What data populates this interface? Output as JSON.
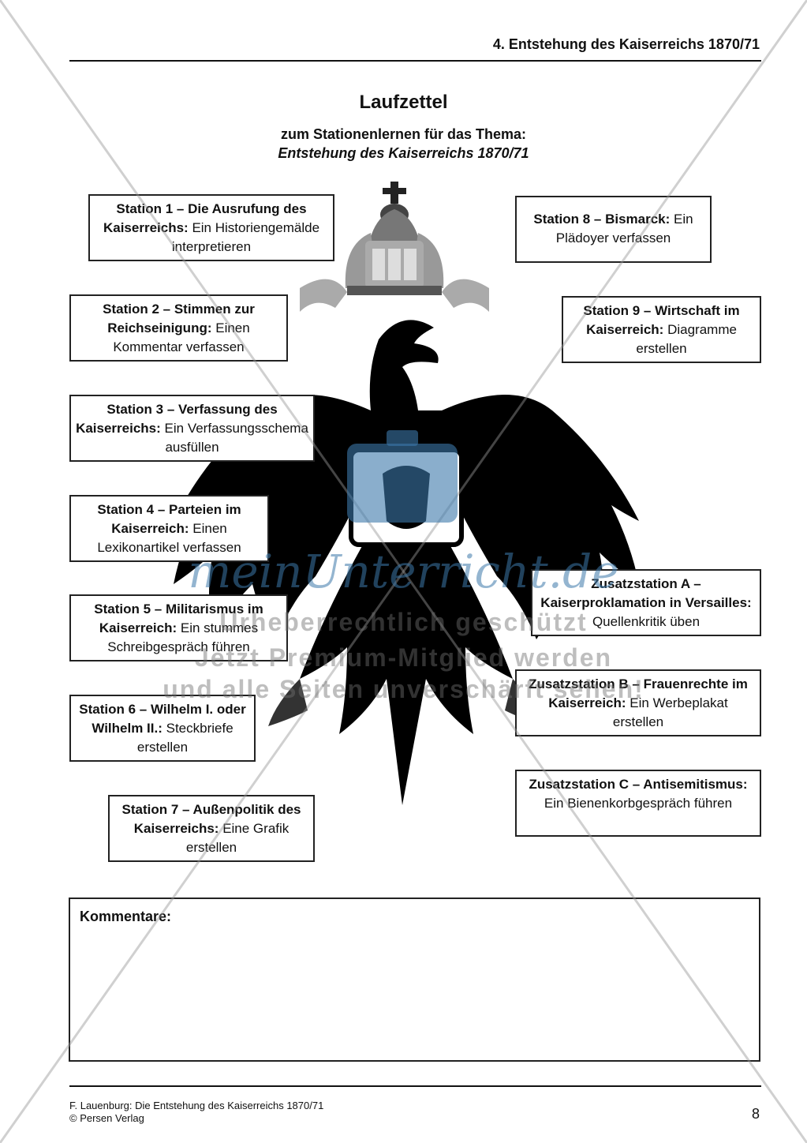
{
  "header": {
    "chapter": "4. Entstehung des Kaiserreichs 1870/71"
  },
  "title": "Laufzettel",
  "subtitle": {
    "line1": "zum Stationenlernen für das Thema:",
    "line2": "Entstehung des Kaiserreichs 1870/71"
  },
  "stations": {
    "s1": {
      "title": "Station 1 – Die Ausrufung des Kaiserreichs:",
      "task": "Ein Historiengemälde interpretieren"
    },
    "s2": {
      "title": "Station 2 – Stimmen zur Reichseinigung:",
      "task": "Einen Kommentar verfassen"
    },
    "s3": {
      "title": "Station 3 – Verfassung des Kaiserreichs:",
      "task": "Ein Verfassungsschema ausfüllen"
    },
    "s4": {
      "title": "Station 4 – Parteien im Kaiserreich:",
      "task": "Einen Lexikonartikel verfassen"
    },
    "s5": {
      "title": "Station 5 – Militarismus im Kaiserreich:",
      "task": "Ein stummes Schreibgespräch führen"
    },
    "s6": {
      "title": "Station 6 – Wilhelm I. oder Wilhelm II.:",
      "task": "Steckbriefe erstellen"
    },
    "s7": {
      "title": "Station 7 – Außenpolitik des Kaiserreichs:",
      "task": "Eine Grafik erstellen"
    },
    "s8": {
      "title": "Station 8 – Bismarck:",
      "task": "Ein Plädoyer verfassen"
    },
    "s9": {
      "title": "Station 9 – Wirtschaft im Kaiserreich:",
      "task": "Diagramme erstellen"
    },
    "zA": {
      "title": "Zusatzstation A – Kaiserproklamation in Versailles:",
      "task": "Quellenkritik üben"
    },
    "zB": {
      "title": "Zusatzstation B – Frauenrechte im Kaiserreich:",
      "task": "Ein Werbeplakat erstellen"
    },
    "zC": {
      "title": "Zusatzstation C – Antisemitismus:",
      "task": "Ein Bienenkorbgespräch führen"
    }
  },
  "comments": {
    "label": "Kommentare:"
  },
  "footer": {
    "author_line": "F. Lauenburg: Die Entstehung des Kaiserreichs 1870/71",
    "publisher_line": "© Persen Verlag",
    "page_number": "8"
  },
  "watermark": {
    "brand": "meinUnterricht.de",
    "line1": "Urheberrechtlich geschützt",
    "line2": "Jetzt Premium-Mitglied werden",
    "line3": "und alle Seiten unverschärft sehen!"
  },
  "colors": {
    "text": "#111111",
    "watermark_blue": "#3c78aa",
    "emblem": "#000000"
  }
}
